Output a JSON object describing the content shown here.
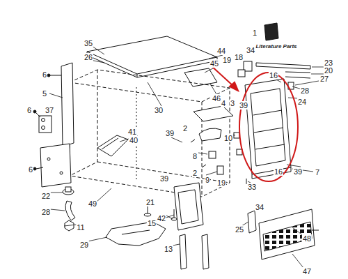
{
  "diagram": {
    "labels": [
      "1",
      "Literature Parts",
      "35",
      "44",
      "34",
      "18",
      "19",
      "26",
      "45",
      "23",
      "20",
      "6",
      "16",
      "27",
      "5",
      "28",
      "46",
      "4",
      "3",
      "24",
      "39",
      "30",
      "6",
      "37",
      "2",
      "41",
      "39",
      "40",
      "10",
      "8",
      "6",
      "16",
      "39",
      "7",
      "2",
      "9",
      "39",
      "19",
      "33",
      "22",
      "21",
      "49",
      "34",
      "28",
      "42",
      "11",
      "15",
      "25",
      "48",
      "29",
      "13",
      "47"
    ]
  }
}
